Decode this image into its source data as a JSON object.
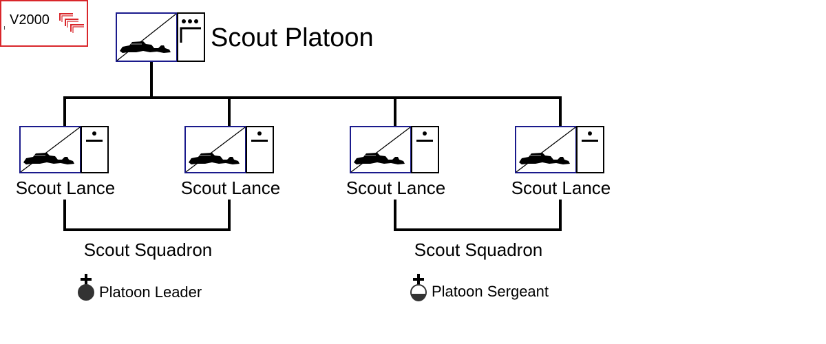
{
  "logo": {
    "text": "V2000",
    "color": "#d9262b"
  },
  "platoon": {
    "name": "Scout Platoon",
    "rank_icon": "three-dots-rank-icon"
  },
  "lances": [
    {
      "name": "Scout Lance",
      "rank_icon": "single-dot-rank-icon"
    },
    {
      "name": "Scout Lance",
      "rank_icon": "single-dot-rank-icon"
    },
    {
      "name": "Scout Lance",
      "rank_icon": "single-dot-rank-icon"
    },
    {
      "name": "Scout Lance",
      "rank_icon": "single-dot-rank-icon"
    }
  ],
  "squadrons": [
    {
      "name": "Scout Squadron"
    },
    {
      "name": "Scout Squadron"
    }
  ],
  "legend": [
    {
      "label": "Platoon Leader",
      "icon": "platoon-leader-icon"
    },
    {
      "label": "Platoon Sergeant",
      "icon": "platoon-sergeant-icon"
    }
  ],
  "colors": {
    "unit_frame": "#1a1a8c",
    "line": "#000000"
  }
}
